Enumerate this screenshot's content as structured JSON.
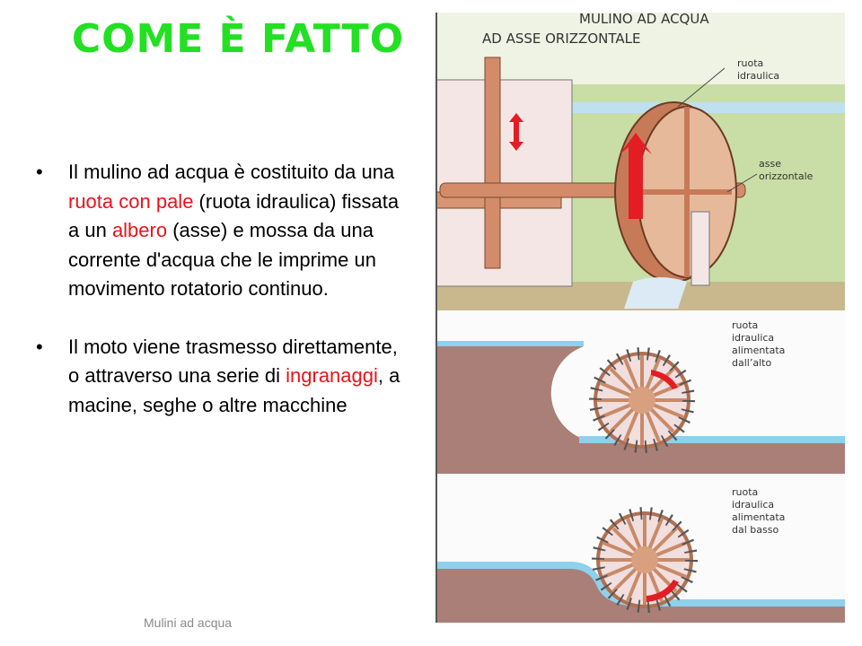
{
  "title": "COME È FATTO",
  "bullets": [
    {
      "parts": [
        {
          "text": "Il mulino ad acqua è costituito da una ",
          "highlight": false
        },
        {
          "text": "ruota con pale",
          "highlight": true
        },
        {
          "text": " (ruota idraulica) fissata a un ",
          "highlight": false
        },
        {
          "text": "albero",
          "highlight": true
        },
        {
          "text": " (asse) e mossa da una corrente d'acqua che le imprime un movimento rotatorio continuo.",
          "highlight": false
        }
      ]
    },
    {
      "parts": [
        {
          "text": "Il moto viene trasmesso direttamente, o attraverso una serie di ",
          "highlight": false
        },
        {
          "text": "ingranaggi",
          "highlight": true
        },
        {
          "text": ", a macine, seghe o altre macchine",
          "highlight": false
        }
      ]
    }
  ],
  "footer": "Mulini ad acqua",
  "illustration": {
    "heading_line1": "MULINO AD ACQUA",
    "heading_line2": "AD ASSE ORIZZONTALE",
    "label_wheel_1": "ruota",
    "label_wheel_2": "idraulica",
    "label_axle_1": "asse",
    "label_axle_2": "orizzontale",
    "overshot": [
      "ruota",
      "idraulica",
      "alimentata",
      "dall’alto"
    ],
    "undershot": [
      "ruota",
      "idraulica",
      "alimentata",
      "dal basso"
    ]
  },
  "colors": {
    "title": "#22e022",
    "highlight": "#e8141b"
  }
}
